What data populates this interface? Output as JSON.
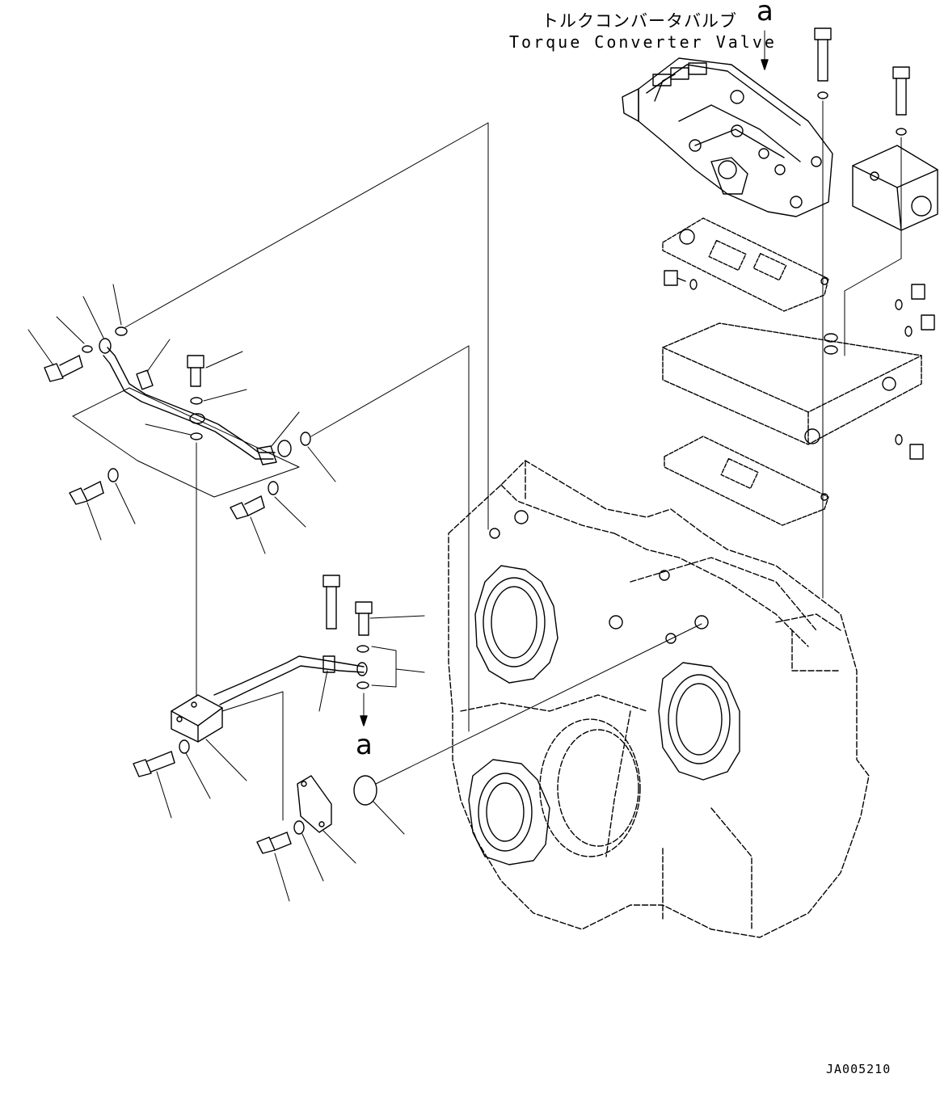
{
  "diagram": {
    "title_jp": "トルクコンバータバルブ",
    "title_en": "Torque Converter Valve",
    "ref_mark_top": "a",
    "ref_mark_mid": "a",
    "drawing_code": "JA005210"
  }
}
